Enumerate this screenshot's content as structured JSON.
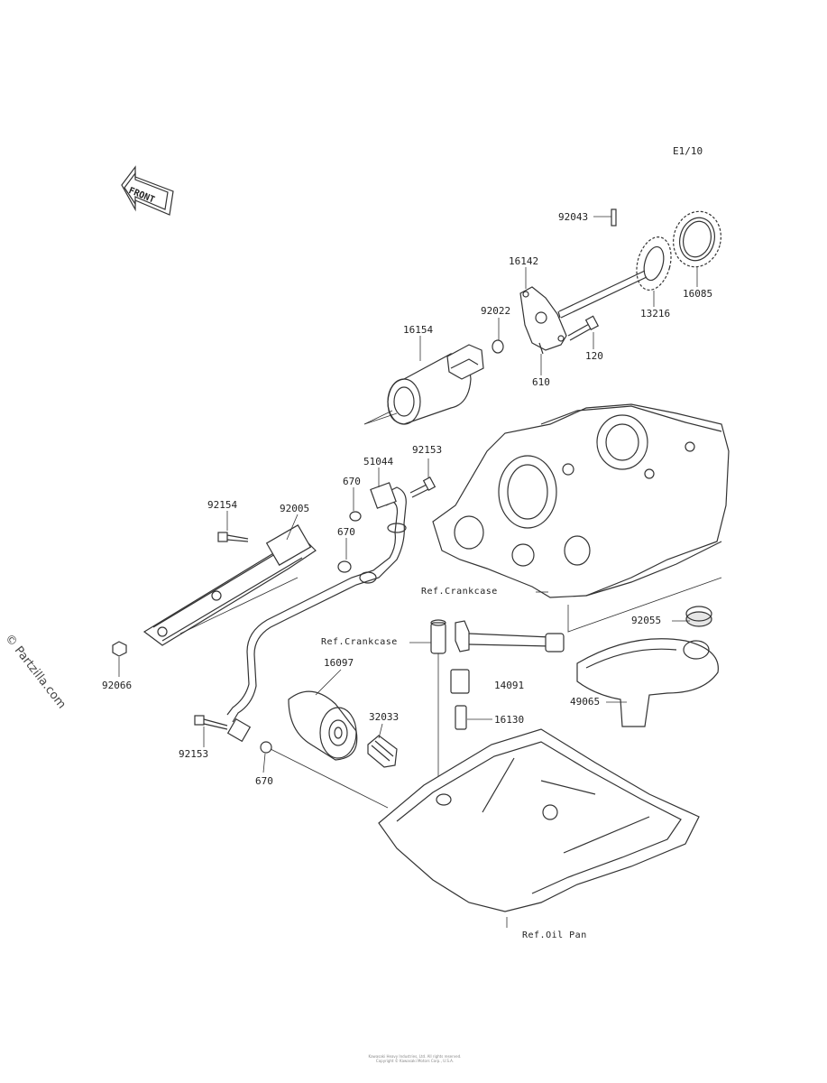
{
  "diagram_code": "E1/10",
  "front_arrow_label": "FRONT",
  "watermark": "© Partzilla.com",
  "footer_lines": [
    "Kawasaki Heavy Industries, Ltd. All rights reserved.",
    "Copyright © Kawasaki Motors Corp., U.S.A."
  ],
  "part_labels": {
    "p92043": "92043",
    "p16142": "16142",
    "p16085": "16085",
    "p13216": "13216",
    "p92022": "92022",
    "p16154": "16154",
    "p120": "120",
    "p610": "610",
    "p92153_top": "92153",
    "p51044": "51044",
    "p670_top": "670",
    "p92154": "92154",
    "p92005": "92005",
    "p670_mid": "670",
    "p92066": "92066",
    "p92055": "92055",
    "p16097": "16097",
    "p32033": "32033",
    "p14091": "14091",
    "p16130": "16130",
    "p49065": "49065",
    "p92153_bot": "92153",
    "p670_bot": "670"
  },
  "ref_labels": {
    "crankcase_upper": "Ref.Crankcase",
    "crankcase_lower": "Ref.Crankcase",
    "oil_pan": "Ref.Oil Pan"
  }
}
